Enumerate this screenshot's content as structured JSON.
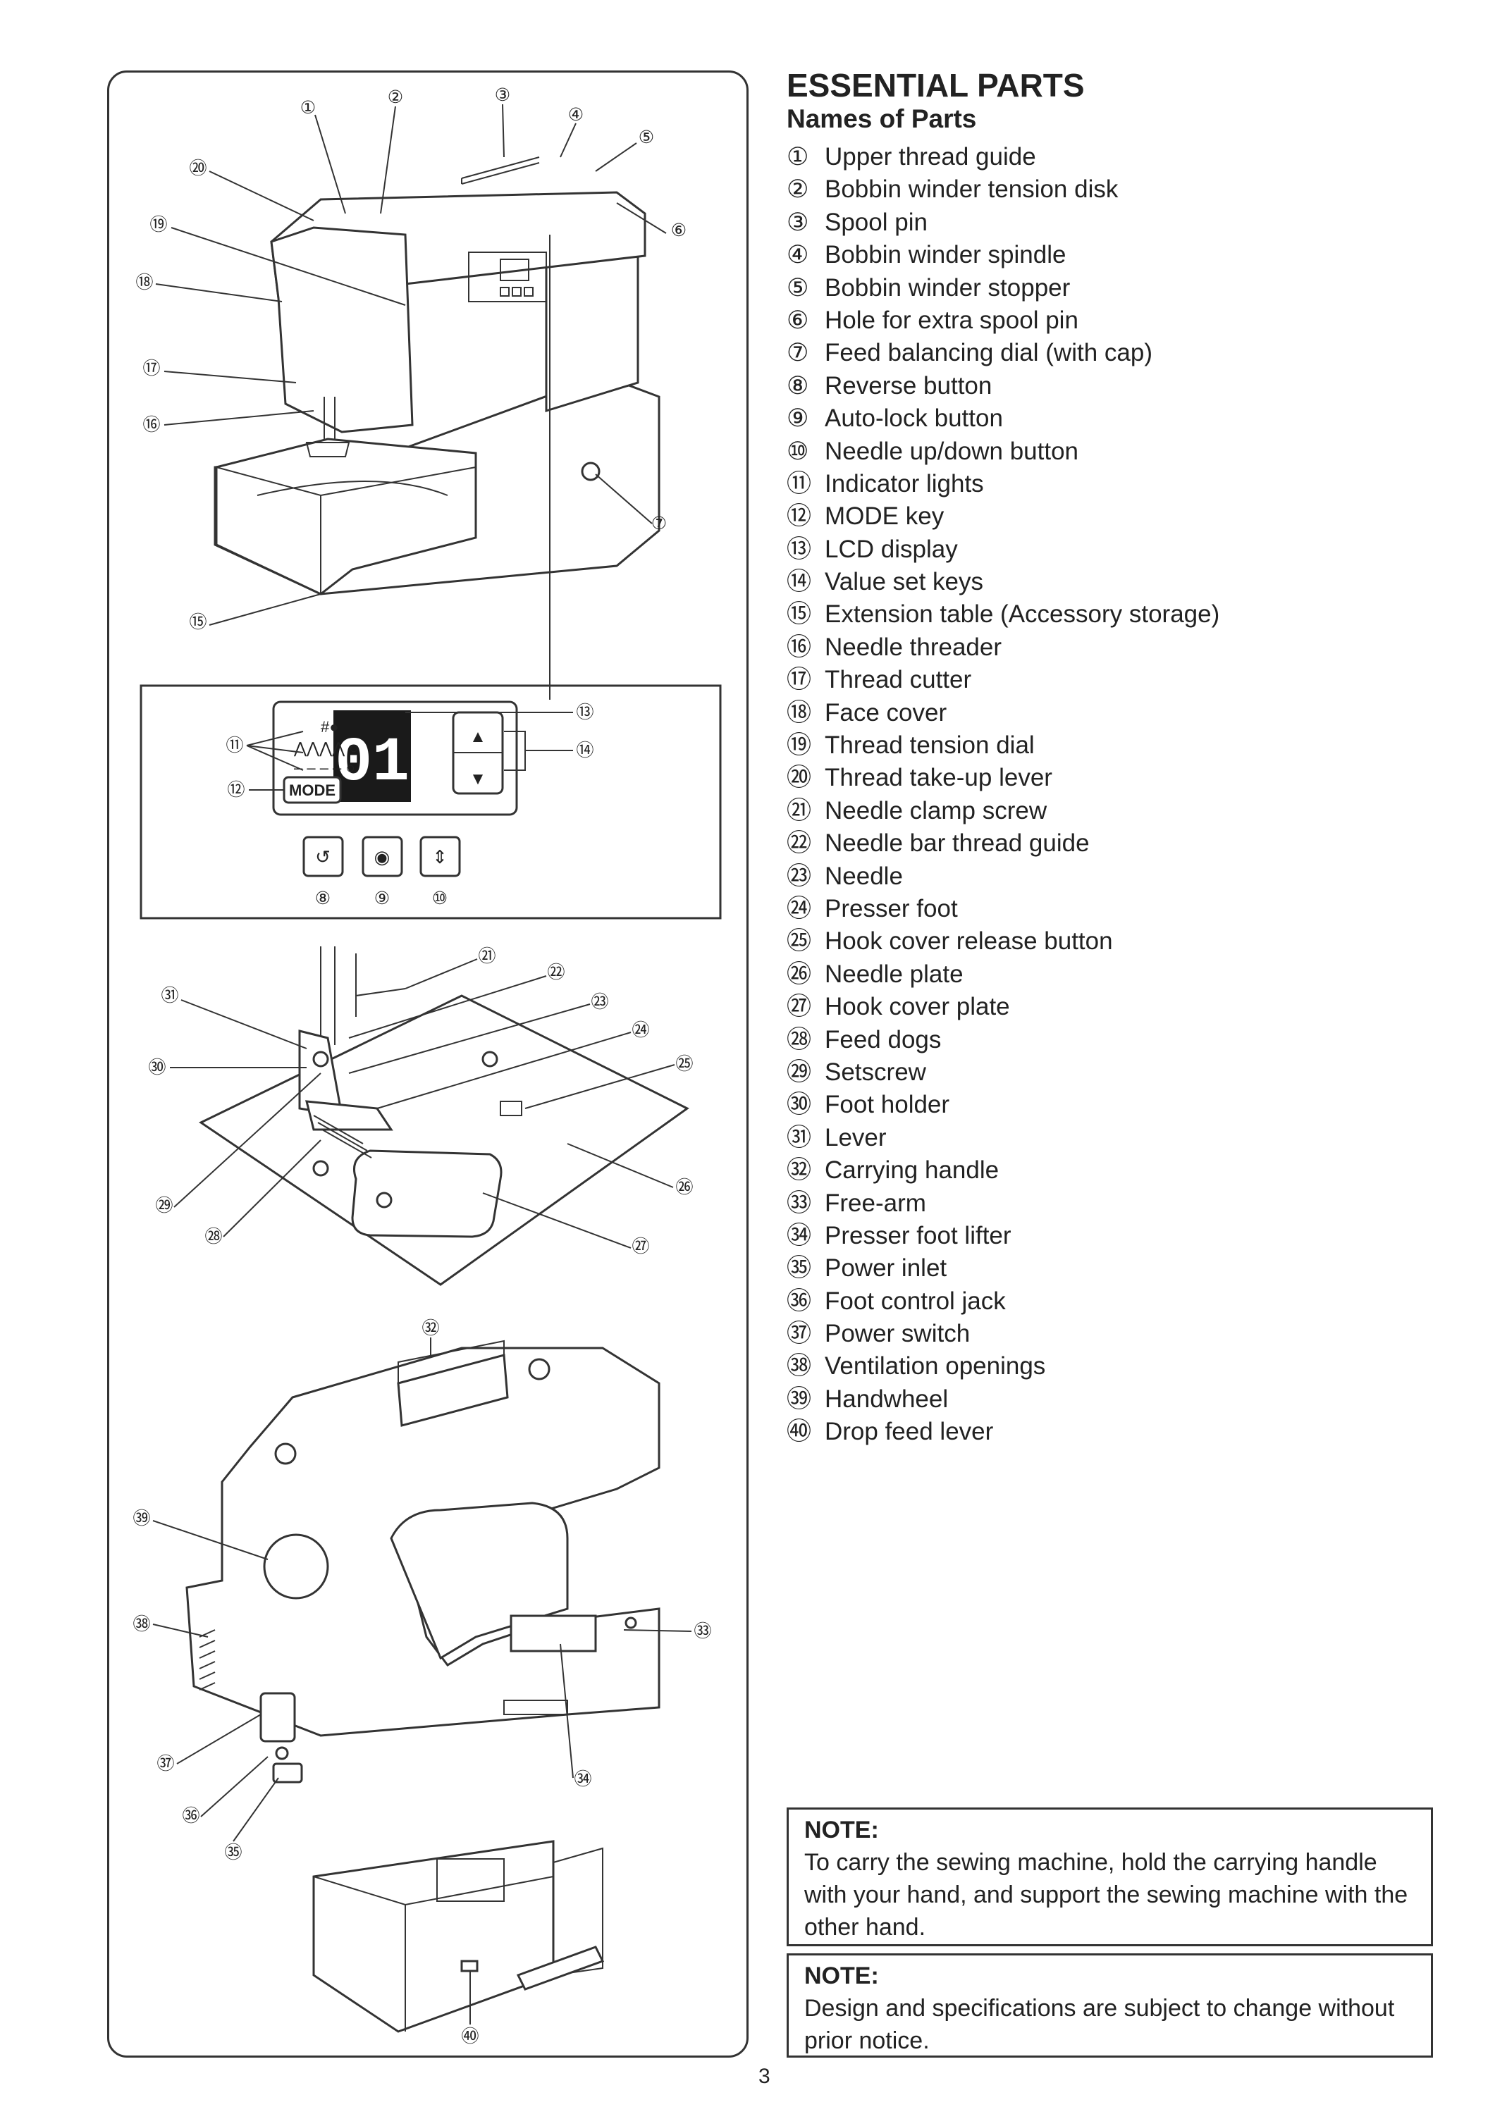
{
  "heading": {
    "title": "ESSENTIAL PARTS",
    "subtitle": "Names of Parts"
  },
  "parts": [
    {
      "num": "①",
      "label": "Upper thread guide"
    },
    {
      "num": "②",
      "label": "Bobbin winder tension disk"
    },
    {
      "num": "③",
      "label": "Spool pin"
    },
    {
      "num": "④",
      "label": "Bobbin winder spindle"
    },
    {
      "num": "⑤",
      "label": "Bobbin winder stopper"
    },
    {
      "num": "⑥",
      "label": "Hole for extra spool pin"
    },
    {
      "num": "⑦",
      "label": "Feed balancing dial (with cap)"
    },
    {
      "num": "⑧",
      "label": "Reverse button"
    },
    {
      "num": "⑨",
      "label": "Auto-lock button"
    },
    {
      "num": "⑩",
      "label": "Needle up/down button"
    },
    {
      "num": "⑪",
      "label": "Indicator lights"
    },
    {
      "num": "⑫",
      "label": "MODE key"
    },
    {
      "num": "⑬",
      "label": "LCD display"
    },
    {
      "num": "⑭",
      "label": "Value set keys"
    },
    {
      "num": "⑮",
      "label": "Extension table (Accessory storage)"
    },
    {
      "num": "⑯",
      "label": "Needle threader"
    },
    {
      "num": "⑰",
      "label": "Thread cutter"
    },
    {
      "num": "⑱",
      "label": "Face cover"
    },
    {
      "num": "⑲",
      "label": "Thread tension dial"
    },
    {
      "num": "⑳",
      "label": "Thread take-up lever"
    },
    {
      "num": "㉑",
      "label": "Needle clamp screw"
    },
    {
      "num": "㉒",
      "label": "Needle bar thread guide"
    },
    {
      "num": "㉓",
      "label": "Needle"
    },
    {
      "num": "㉔",
      "label": "Presser foot"
    },
    {
      "num": "㉕",
      "label": "Hook cover release button"
    },
    {
      "num": "㉖",
      "label": "Needle plate"
    },
    {
      "num": "㉗",
      "label": "Hook cover plate"
    },
    {
      "num": "㉘",
      "label": "Feed dogs"
    },
    {
      "num": "㉙",
      "label": "Setscrew"
    },
    {
      "num": "㉚",
      "label": "Foot holder"
    },
    {
      "num": "㉛",
      "label": "Lever"
    },
    {
      "num": "㉜",
      "label": "Carrying handle"
    },
    {
      "num": "㉝",
      "label": "Free-arm"
    },
    {
      "num": "㉞",
      "label": "Presser foot lifter"
    },
    {
      "num": "㉟",
      "label": "Power inlet"
    },
    {
      "num": "㊱",
      "label": "Foot control jack"
    },
    {
      "num": "㊲",
      "label": "Power switch"
    },
    {
      "num": "㊳",
      "label": "Ventilation openings"
    },
    {
      "num": "㊴",
      "label": "Handwheel"
    },
    {
      "num": "㊵",
      "label": "Drop feed lever"
    }
  ],
  "notes": [
    {
      "label": "NOTE:",
      "text": "To carry the sewing machine, hold the carrying handle with your hand, and support the sewing machine with the other hand."
    },
    {
      "label": "NOTE:",
      "text": "Design and specifications are subject to change without prior notice."
    }
  ],
  "diagram": {
    "lcd_value": "01",
    "mode_key_label": "MODE",
    "callouts": {
      "c1": "①",
      "c2": "②",
      "c3": "③",
      "c4": "④",
      "c5": "⑤",
      "c6": "⑥",
      "c7": "⑦",
      "c8": "⑧",
      "c9": "⑨",
      "c10": "⑩",
      "c11": "⑪",
      "c12": "⑫",
      "c13": "⑬",
      "c14": "⑭",
      "c15": "⑮",
      "c16": "⑯",
      "c17": "⑰",
      "c18": "⑱",
      "c19": "⑲",
      "c20": "⑳",
      "c21": "㉑",
      "c22": "㉒",
      "c23": "㉓",
      "c24": "㉔",
      "c25": "㉕",
      "c26": "㉖",
      "c27": "㉗",
      "c28": "㉘",
      "c29": "㉙",
      "c30": "㉚",
      "c31": "㉛",
      "c32": "㉜",
      "c33": "㉝",
      "c34": "㉞",
      "c35": "㉟",
      "c36": "㊱",
      "c37": "㊲",
      "c38": "㊳",
      "c39": "㊴",
      "c40": "㊵"
    }
  },
  "page_number": "3"
}
